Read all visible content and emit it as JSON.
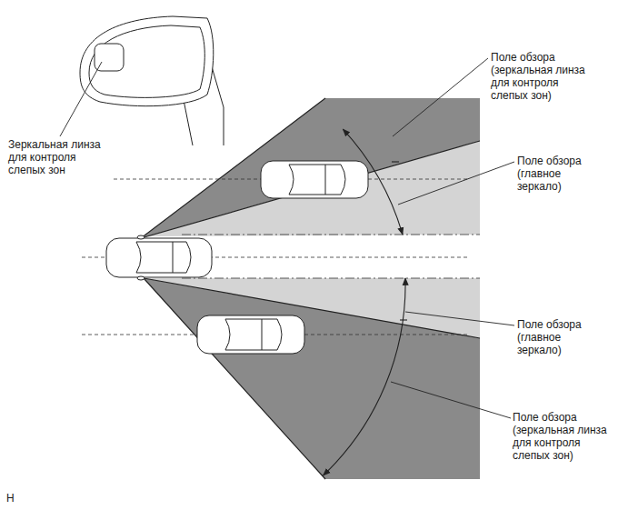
{
  "diagram": {
    "labels": [
      "Зеркальная линза для контроля слепых зон",
      "Поле обзора (зеркальная линза для контроля слепых зон)",
      "Поле обзора (главное зеркало)",
      "Поле обзора (главное зеркало)",
      "Поле обзора (зеркальная линза для контроля слепых зон)",
      "H"
    ]
  }
}
